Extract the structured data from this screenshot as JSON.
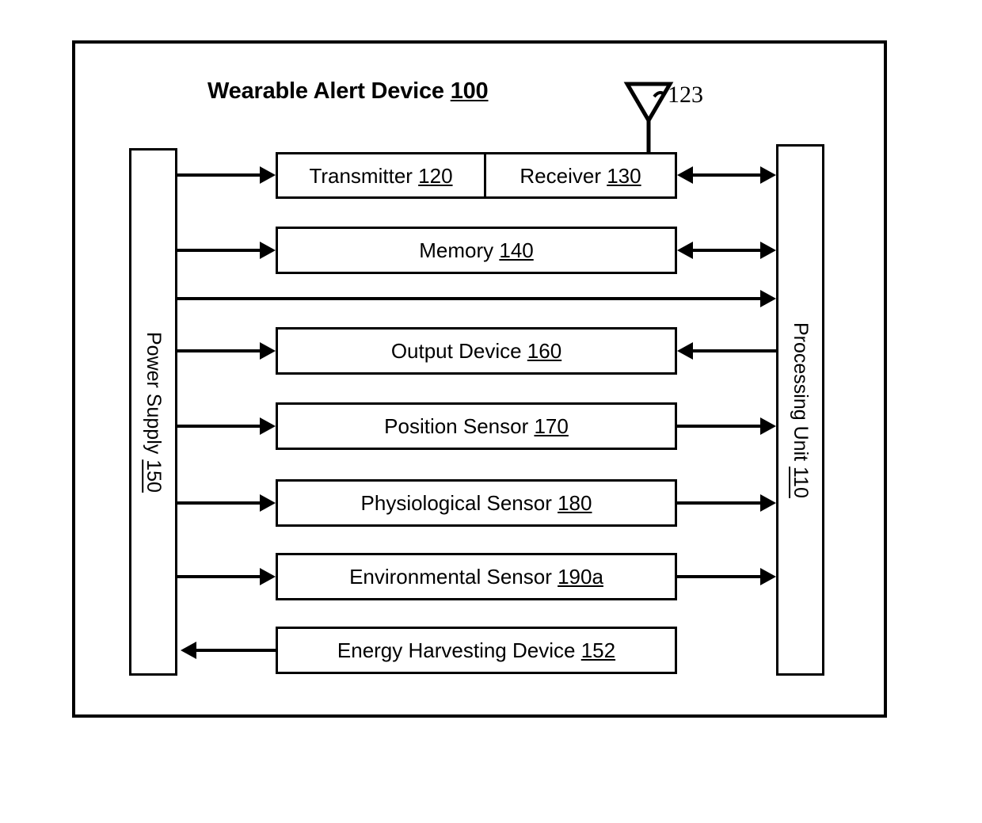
{
  "figure": {
    "title_text": "Wearable Alert Device ",
    "title_ref": "100",
    "antenna_label": "123"
  },
  "rails": {
    "left": {
      "name_text": "Power Supply ",
      "ref": "150"
    },
    "right": {
      "name_text": "Processing Unit ",
      "ref": "110"
    }
  },
  "blocks": [
    {
      "id": "transmitter",
      "name_text": "Transmitter ",
      "ref": "120"
    },
    {
      "id": "receiver",
      "name_text": "Receiver ",
      "ref": "130"
    },
    {
      "id": "memory",
      "name_text": "Memory ",
      "ref": "140"
    },
    {
      "id": "output",
      "name_text": "Output Device ",
      "ref": "160"
    },
    {
      "id": "position",
      "name_text": "Position Sensor ",
      "ref": "170"
    },
    {
      "id": "physiological",
      "name_text": "Physiological Sensor ",
      "ref": "180"
    },
    {
      "id": "environmental",
      "name_text": "Environmental Sensor ",
      "ref": "190a"
    },
    {
      "id": "energy",
      "name_text": "Energy Harvesting Device ",
      "ref": "152"
    }
  ],
  "connections": [
    {
      "id": "ps-to-transmitter",
      "from": "Power Supply 150",
      "to": "Transmitter 120",
      "direction": "right"
    },
    {
      "id": "ps-to-memory",
      "from": "Power Supply 150",
      "to": "Memory 140",
      "direction": "right"
    },
    {
      "id": "ps-to-pu",
      "from": "Power Supply 150",
      "to": "Processing Unit 110",
      "direction": "right"
    },
    {
      "id": "ps-to-output",
      "from": "Power Supply 150",
      "to": "Output Device 160",
      "direction": "right"
    },
    {
      "id": "ps-to-position",
      "from": "Power Supply 150",
      "to": "Position Sensor 170",
      "direction": "right"
    },
    {
      "id": "ps-to-physiological",
      "from": "Power Supply 150",
      "to": "Physiological Sensor 180",
      "direction": "right"
    },
    {
      "id": "ps-to-environmental",
      "from": "Power Supply 150",
      "to": "Environmental Sensor 190a",
      "direction": "right"
    },
    {
      "id": "energy-to-ps",
      "from": "Energy Harvesting Device 152",
      "to": "Power Supply 150",
      "direction": "left"
    },
    {
      "id": "receiver-pu",
      "from": "Receiver 130",
      "to": "Processing Unit 110",
      "direction": "both"
    },
    {
      "id": "memory-pu",
      "from": "Memory 140",
      "to": "Processing Unit 110",
      "direction": "both"
    },
    {
      "id": "pu-to-output",
      "from": "Processing Unit 110",
      "to": "Output Device 160",
      "direction": "left"
    },
    {
      "id": "position-to-pu",
      "from": "Position Sensor 170",
      "to": "Processing Unit 110",
      "direction": "right"
    },
    {
      "id": "physiological-to-pu",
      "from": "Physiological Sensor 180",
      "to": "Processing Unit 110",
      "direction": "right"
    },
    {
      "id": "environmental-to-pu",
      "from": "Environmental Sensor 190a",
      "to": "Processing Unit 110",
      "direction": "right"
    },
    {
      "id": "antenna-to-receiver",
      "from": "Antenna 123",
      "to": "Receiver 130",
      "direction": "none"
    }
  ],
  "colors": {
    "stroke": "#000000",
    "background": "#ffffff"
  }
}
